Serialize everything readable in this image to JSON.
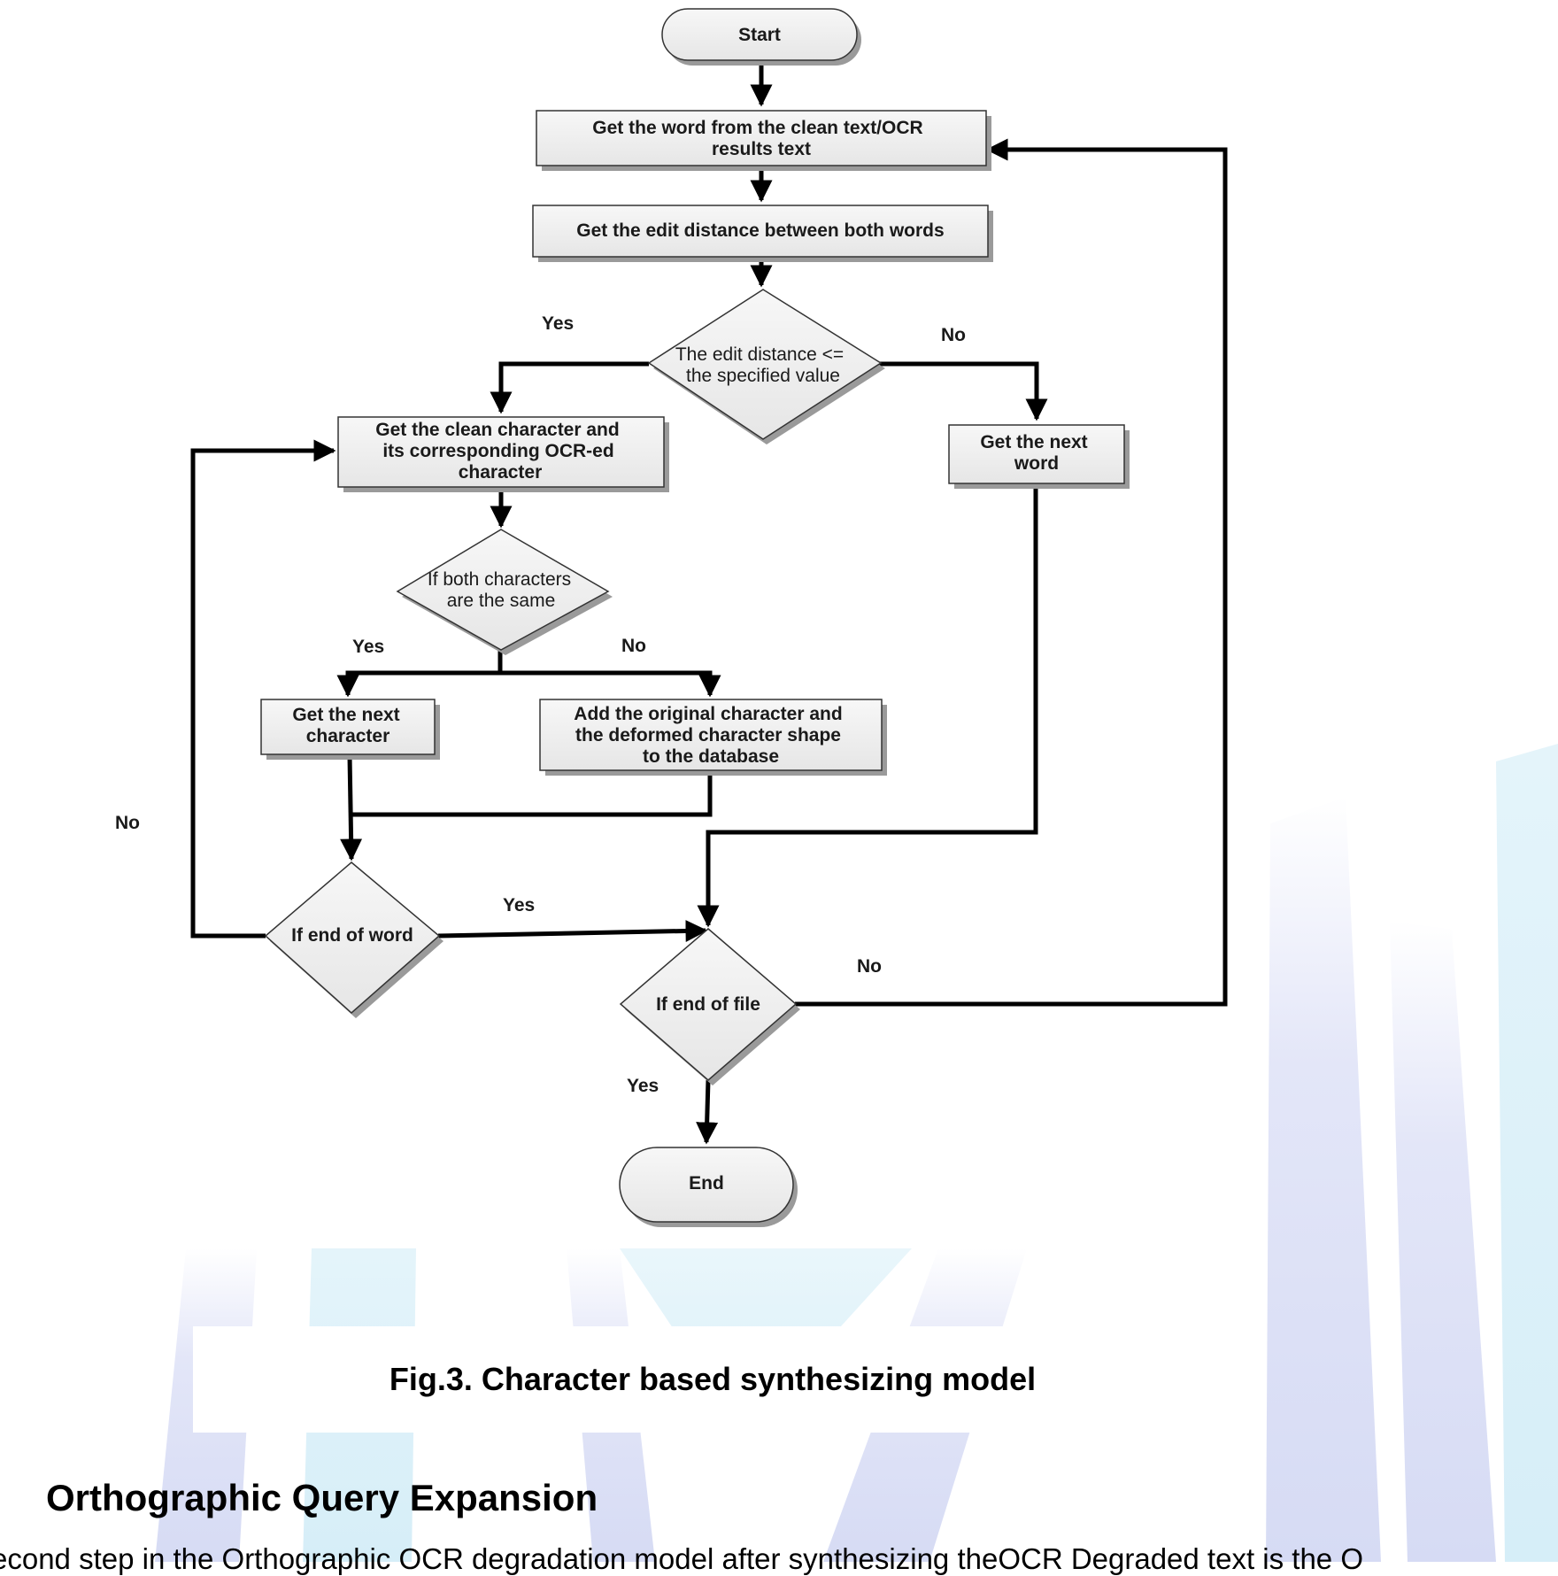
{
  "flowchart": {
    "nodes": {
      "start": "Start",
      "get_word": [
        "Get the word from the clean text/OCR",
        "results text"
      ],
      "edit_distance": "Get the edit distance between both words",
      "decision_edit": [
        "The edit distance <=",
        "the specified value"
      ],
      "get_clean_char": [
        "Get the clean character and",
        "its corresponding OCR-ed",
        "character"
      ],
      "get_next_word": [
        "Get the next",
        "word"
      ],
      "decision_same": [
        "If both characters",
        "are the same"
      ],
      "get_next_char": [
        "Get the next",
        "character"
      ],
      "add_db": [
        "Add the original character and",
        "the deformed character shape",
        "to the database"
      ],
      "decision_end_word": "If end of word",
      "decision_end_file": "If end of file",
      "end": "End"
    },
    "edge_labels": {
      "edit_yes": "Yes",
      "edit_no": "No",
      "same_yes": "Yes",
      "same_no": "No",
      "end_word_no": "No",
      "end_word_yes": "Yes",
      "end_file_no": "No",
      "end_file_yes": "Yes"
    }
  },
  "caption": "Fig.3. Character based synthesizing model",
  "section_title": "Orthographic Query Expansion",
  "body_text": "econd step in the Orthographic OCR degradation model after synthesizing theOCR Degraded text is the O"
}
